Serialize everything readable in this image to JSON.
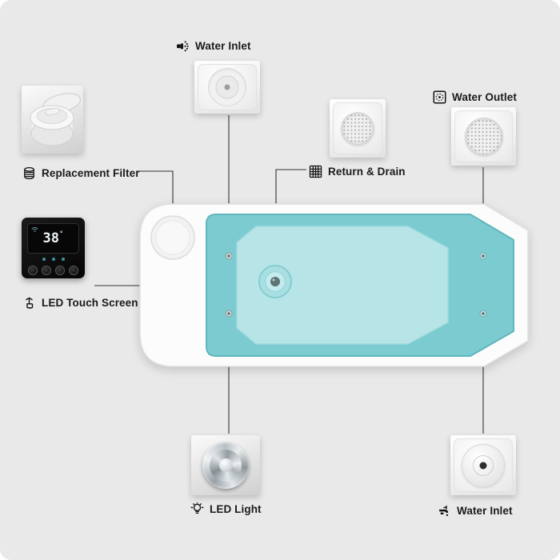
{
  "colors": {
    "background": "#e9e9e9",
    "water": "#7ccbd1",
    "water_floor": "#b9e6e8",
    "connector_line": "#333333"
  },
  "callouts": {
    "water_inlet_top": {
      "label": "Water Inlet",
      "icon": "spray-icon"
    },
    "water_outlet": {
      "label": "Water Outlet",
      "icon": "outlet-grid-icon"
    },
    "replacement_filter": {
      "label": "Replacement Filter",
      "icon": "filter-cartridge-icon"
    },
    "return_drain": {
      "label": "Return & Drain",
      "icon": "drain-grid-icon"
    },
    "led_touch_screen": {
      "label": "LED Touch Screen",
      "icon": "touch-hand-icon"
    },
    "led_light": {
      "label": "LED Light",
      "icon": "led-bulb-icon"
    },
    "water_inlet_bottom": {
      "label": "Water Inlet",
      "icon": "faucet-icon"
    }
  },
  "control_panel": {
    "temperature": "38",
    "unit": "°"
  }
}
